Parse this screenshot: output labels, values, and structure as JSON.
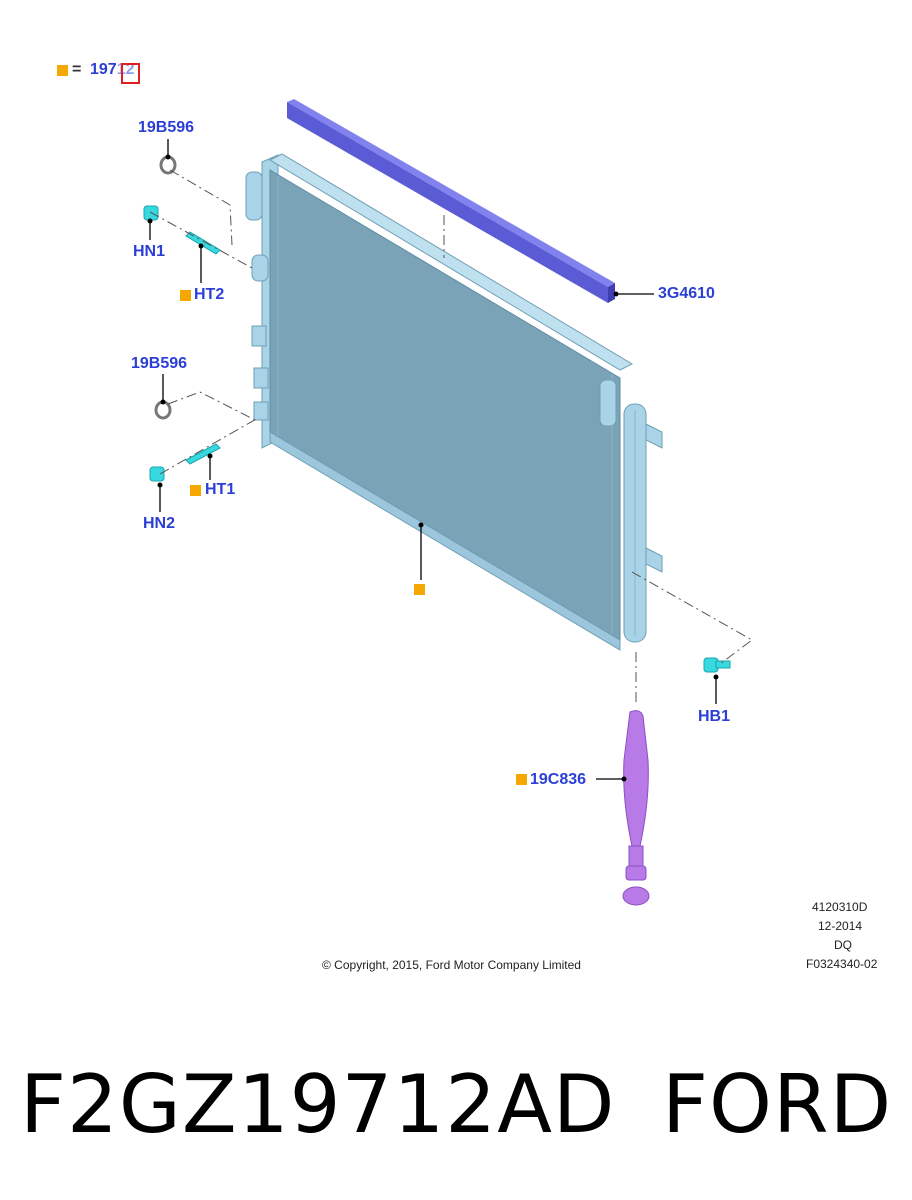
{
  "legend": {
    "equals": "=",
    "part_number_prefix": "197",
    "part_number_highlight": "12",
    "swatch_color": "#f5a800",
    "highlight_color": "#e02020"
  },
  "callouts": {
    "washer_top": "19B596",
    "nut_1": "HN1",
    "stud_2": "HT2",
    "seal_strip": "3G4610",
    "washer_mid": "19B596",
    "stud_1": "HT1",
    "nut_2": "HN2",
    "bolt_1": "HB1",
    "drier": "19C836"
  },
  "title_block": {
    "ref": "4120310D",
    "date": "12-2014",
    "code": "DQ",
    "figure": "F0324340-02"
  },
  "copyright": "© Copyright, 2015, Ford Motor Company Limited",
  "footer": {
    "part_number": "F2GZ19712AD",
    "brand": "FORD"
  },
  "colors": {
    "callout_text": "#2b3fd6",
    "condenser_fill": "#7aa3b7",
    "condenser_frame": "#9cc6dc",
    "seal_strip": "#5b5bd6",
    "fastener": "#37d8e0",
    "drier": "#b77ae6"
  }
}
